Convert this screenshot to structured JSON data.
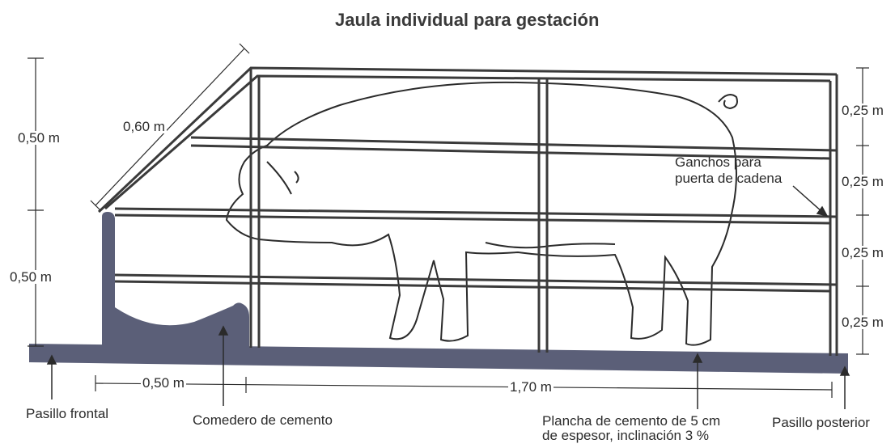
{
  "title": "Jaula individual para gestación",
  "colors": {
    "ink": "#2b2b2b",
    "cage_line": "#3a3a3a",
    "concrete": "#5b5f78",
    "background": "#ffffff"
  },
  "dimensions": {
    "front_upper": "0,50 m",
    "front_lower": "0,50 m",
    "diagonal": "0,60 m",
    "rear_rows": [
      "0,25 m",
      "0,25 m",
      "0,25 m",
      "0,25 m"
    ],
    "feeder_length": "0,50 m",
    "total_length": "1,70 m"
  },
  "labels": {
    "hooks_line1": "Ganchos para",
    "hooks_line2": "puerta de cadena",
    "front_aisle": "Pasillo frontal",
    "feeder": "Comedero de cemento",
    "slab_line1": "Plancha de cemento de 5 cm",
    "slab_line2": "de espesor, inclinación 3 %",
    "rear_aisle": "Pasillo posterior"
  }
}
